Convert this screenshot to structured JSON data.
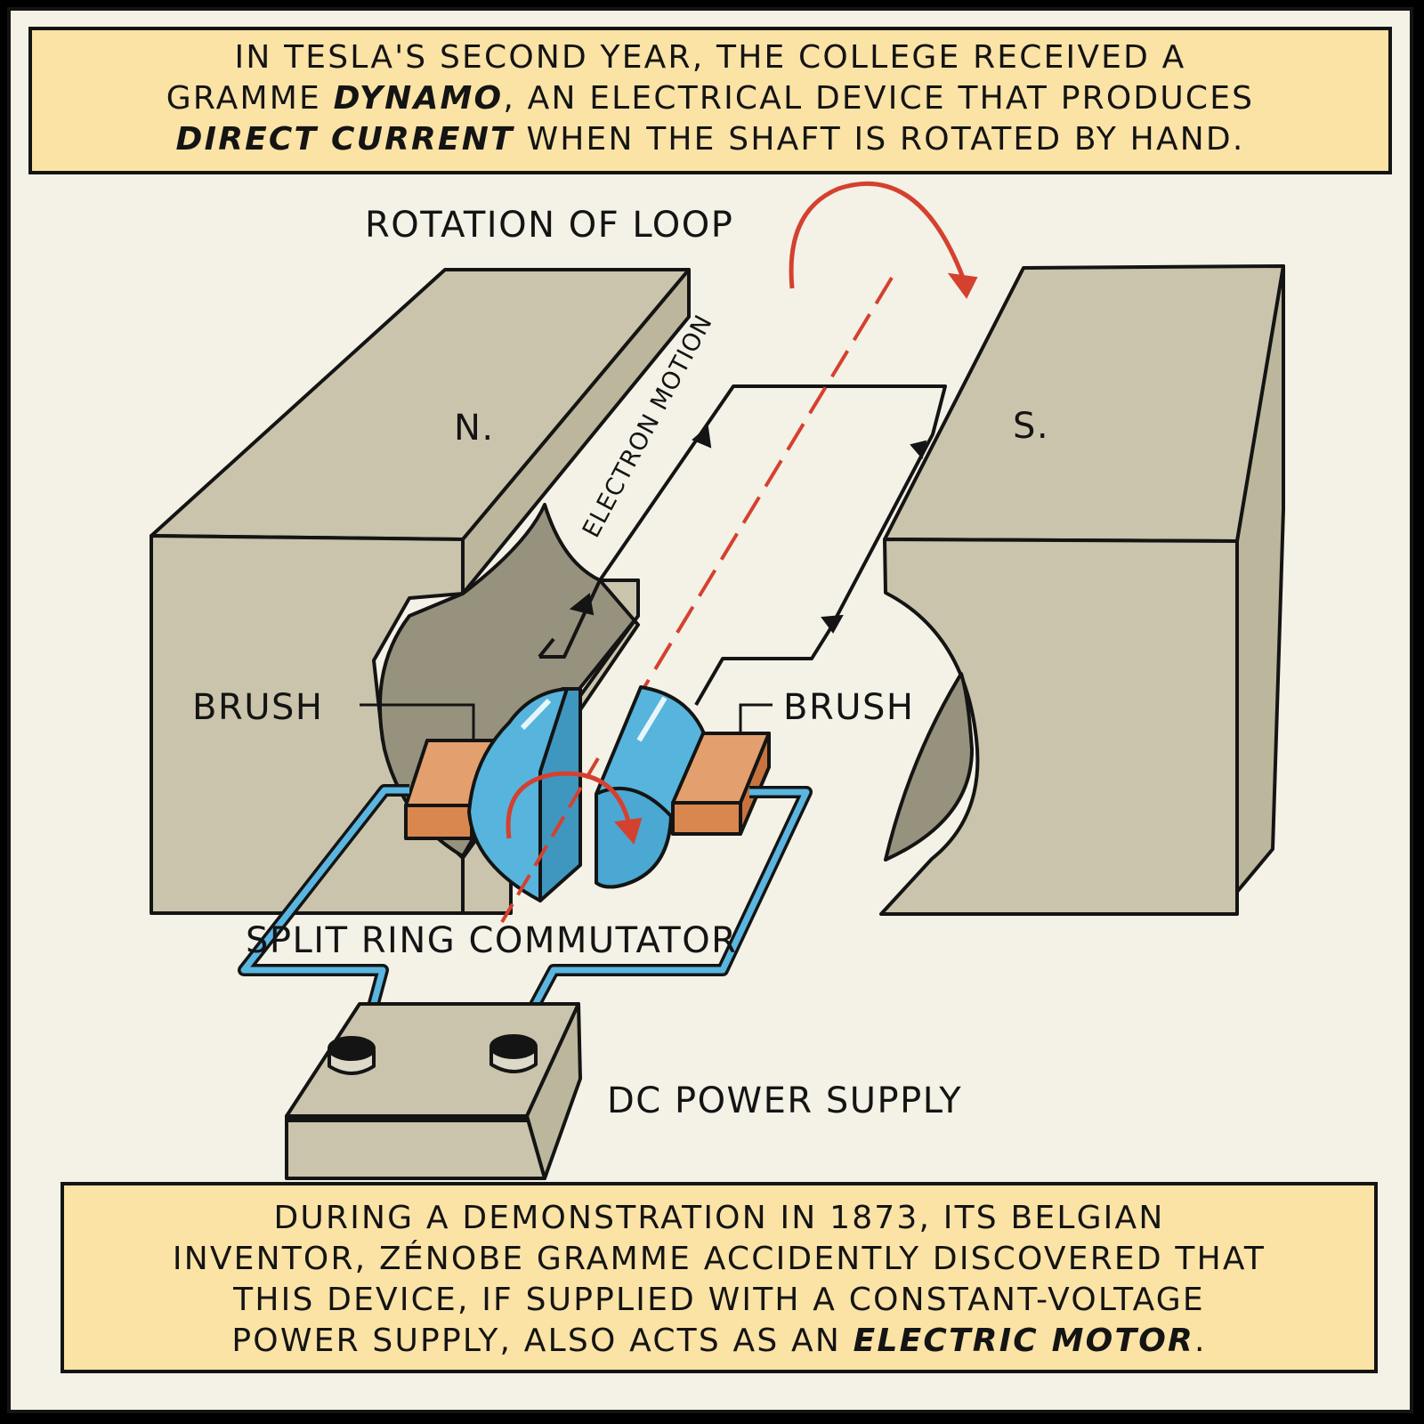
{
  "top_caption": {
    "line1": "In Tesla's second year, the college received a",
    "line2_a": "Gramme ",
    "line2_b": "dynamo",
    "line2_c": ", an electrical device that produces",
    "line3_a": "direct current",
    "line3_b": " when the shaft is rotated by hand."
  },
  "labels": {
    "rotation": "ROTATION OF LOOP",
    "north": "N.",
    "south": "S.",
    "electron_motion": "ELECTRON MOTION",
    "brush_left": "BRUSH",
    "brush_right": "BRUSH",
    "commutator": "SPLIT RING COMMUTATOR",
    "power_supply": "DC POWER SUPPLY"
  },
  "bottom_caption": {
    "line1": "During a demonstration in 1873, its Belgian",
    "line2": "inventor, Zénobe Gramme accidently discovered that",
    "line3": "this device, if supplied with a constant-voltage",
    "line4_a": "power supply, also acts as an ",
    "line4_b": "electric motor",
    "line4_c": "."
  },
  "colors": {
    "magnet": "#c9c4ab",
    "magnet_shadow": "#96927d",
    "brush": "#d9874e",
    "commutator": "#57b4dc",
    "wire": "#5ab6e0",
    "arrow": "#d4412f",
    "caption_bg": "#fbe3a6",
    "background": "#f4f1e6"
  }
}
